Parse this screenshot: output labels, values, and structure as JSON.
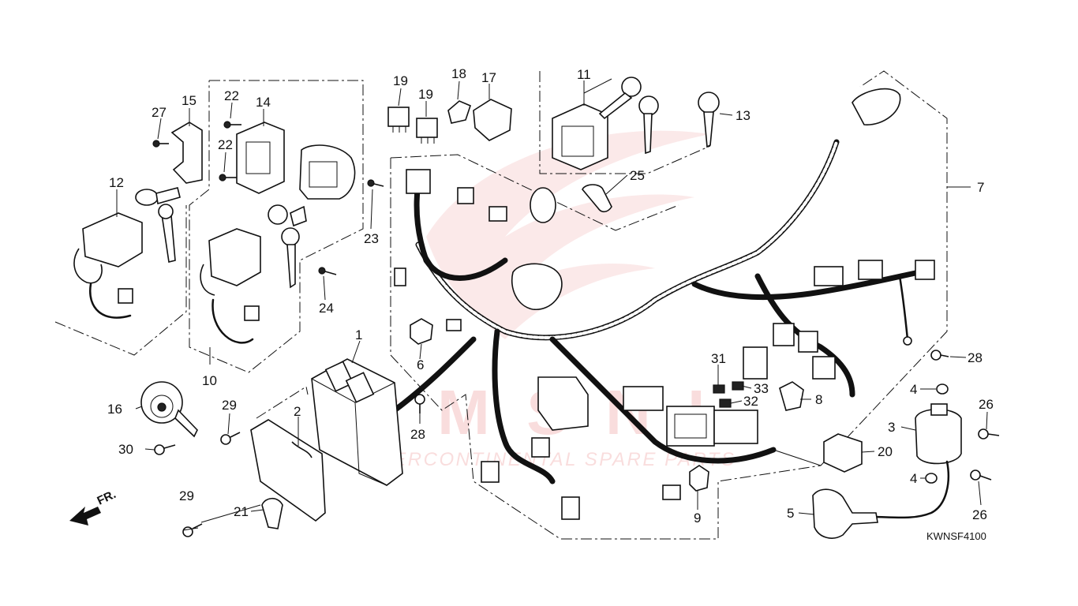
{
  "diagram": {
    "drawing_code": "KWNSF4100",
    "direction_label": "FR.",
    "watermark": {
      "brand": "CMSNL",
      "tagline": "INTERCONTINENTAL SPARE PARTS"
    },
    "callouts": [
      {
        "id": "c1",
        "label": "1"
      },
      {
        "id": "c2",
        "label": "2"
      },
      {
        "id": "c3",
        "label": "3"
      },
      {
        "id": "c4a",
        "label": "4"
      },
      {
        "id": "c4b",
        "label": "4"
      },
      {
        "id": "c5",
        "label": "5"
      },
      {
        "id": "c6",
        "label": "6"
      },
      {
        "id": "c7",
        "label": "7"
      },
      {
        "id": "c8",
        "label": "8"
      },
      {
        "id": "c9",
        "label": "9"
      },
      {
        "id": "c10",
        "label": "10"
      },
      {
        "id": "c11",
        "label": "11"
      },
      {
        "id": "c12",
        "label": "12"
      },
      {
        "id": "c13",
        "label": "13"
      },
      {
        "id": "c14",
        "label": "14"
      },
      {
        "id": "c15",
        "label": "15"
      },
      {
        "id": "c16",
        "label": "16"
      },
      {
        "id": "c17",
        "label": "17"
      },
      {
        "id": "c18",
        "label": "18"
      },
      {
        "id": "c19a",
        "label": "19"
      },
      {
        "id": "c19b",
        "label": "19"
      },
      {
        "id": "c20",
        "label": "20"
      },
      {
        "id": "c21",
        "label": "21"
      },
      {
        "id": "c22a",
        "label": "22"
      },
      {
        "id": "c22b",
        "label": "22"
      },
      {
        "id": "c23",
        "label": "23"
      },
      {
        "id": "c24",
        "label": "24"
      },
      {
        "id": "c25",
        "label": "25"
      },
      {
        "id": "c26a",
        "label": "26"
      },
      {
        "id": "c26b",
        "label": "26"
      },
      {
        "id": "c27",
        "label": "27"
      },
      {
        "id": "c28a",
        "label": "28"
      },
      {
        "id": "c28b",
        "label": "28"
      },
      {
        "id": "c29a",
        "label": "29"
      },
      {
        "id": "c29b",
        "label": "29"
      },
      {
        "id": "c30",
        "label": "30"
      },
      {
        "id": "c31",
        "label": "31"
      },
      {
        "id": "c32",
        "label": "32"
      },
      {
        "id": "c33",
        "label": "33"
      }
    ]
  }
}
